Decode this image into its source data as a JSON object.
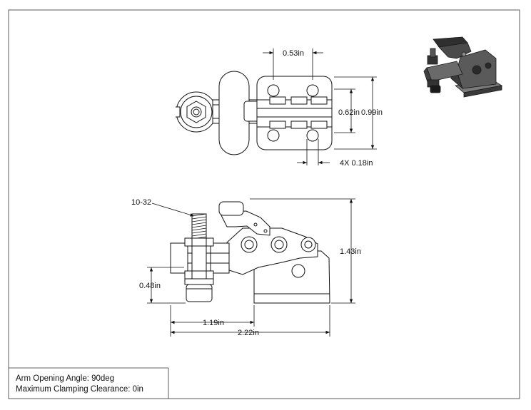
{
  "top_view": {
    "dim_hole_spacing_x": "0.53in",
    "dim_inner_height": "0.62in",
    "dim_outer_height": "0.99in",
    "dim_hole_diameter": "4X 0.18in"
  },
  "side_view": {
    "thread_label": "10-32",
    "dim_spindle_height": "0.48in",
    "dim_overall_height": "1.43in",
    "dim_spindle_offset": "1.19in",
    "dim_overall_length": "2.22in"
  },
  "notes": {
    "arm_opening": "Arm Opening Angle: 90deg",
    "clearance": "Maximum Clamping Clearance: 0in"
  }
}
